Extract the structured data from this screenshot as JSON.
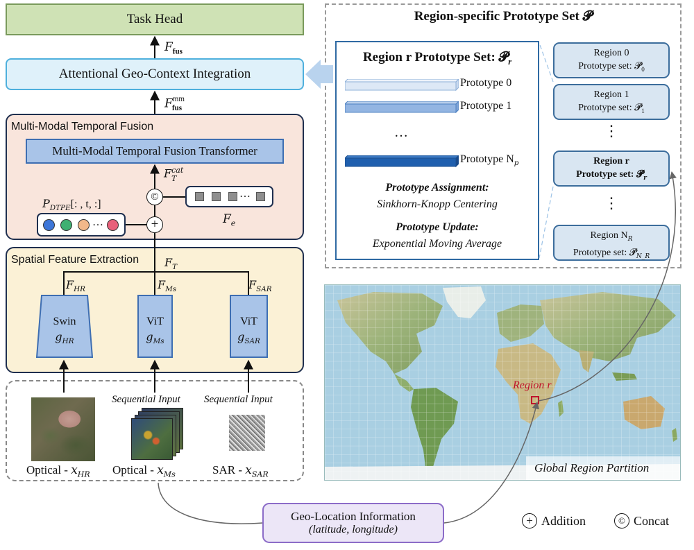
{
  "left": {
    "task_head": "Task Head",
    "f_fus_label": "fus",
    "geo_context": "Attentional Geo-Context Integration",
    "f_fus_mm_sub": "fus",
    "f_fus_mm_sup": "mm",
    "mmtf_title": "Multi-Modal Temporal Fusion",
    "mmtf_transformer": "Multi-Modal Temporal Fusion Transformer",
    "ft_cat_sup": "cat",
    "ft_sub": "T",
    "concat_symbol": "©",
    "add_symbol": "+",
    "p_dtpe": "[: , t, :]",
    "p_dtpe_sub": "DTPE",
    "fe_sub": "e",
    "sfe_title": "Spatial Feature Extraction",
    "f_hr_sub": "HR",
    "f_ms_sub": "Ms",
    "f_sar_sub": "SAR",
    "encoders": [
      {
        "name": "Swin",
        "g_sub": "HR"
      },
      {
        "name": "ViT",
        "g_sub": "Ms"
      },
      {
        "name": "ViT",
        "g_sub": "SAR"
      }
    ],
    "seq_input_1": "Sequential Input",
    "seq_input_2": "Sequential Input",
    "optical_hr": "Optical - ",
    "optical_hr_sub": "HR",
    "optical_ms": "Optical - ",
    "optical_ms_sub": "Ms",
    "sar": "SAR - ",
    "sar_sub": "SAR"
  },
  "prototype": {
    "title": "Region-specific Prototype Set 𝓟",
    "region_set_title": "Region r Prototype Set: 𝓟",
    "region_set_title_sub": "r",
    "p0": "Prototype 0",
    "p1": "Prototype 1",
    "pdots": "…",
    "pn": "Prototype N",
    "pn_sub": "p",
    "assign_title": "Prototype Assignment:",
    "assign_method": "Sinkhorn-Knopp Centering",
    "update_title": "Prototype Update:",
    "update_method": "Exponential Moving Average",
    "regions": [
      {
        "line1": "Region 0",
        "line2": "Prototype set: 𝓟",
        "sub": "0"
      },
      {
        "line1": "Region 1",
        "line2": "Prototype set: 𝓟",
        "sub": "1"
      },
      {
        "line1": "Region r",
        "line2": "Prototype set: 𝓟",
        "sub": "r"
      },
      {
        "line1": "Region N",
        "line1_sub": "R",
        "line2": "Prototype set: 𝓟",
        "sub": "N_R"
      }
    ]
  },
  "map": {
    "region_label": "Region r",
    "caption": "Global Region Partition"
  },
  "geo": {
    "title": "Geo-Location Information",
    "subtitle": "(latitude, longitude)"
  },
  "legend": {
    "addition": "Addition",
    "concat": "Concat"
  },
  "colors": {
    "task_head_fill": "#cfe2b5",
    "task_head_border": "#7a9a5c",
    "geo_context_fill": "#dff1fa",
    "geo_context_border": "#4fb0dd",
    "mmtf_fill": "#f9e5dc",
    "sfe_fill": "#fbf1d6",
    "panel_border": "#1f2f4f",
    "block_fill": "#a9c4e8",
    "block_border": "#3e6eb2",
    "geo_info_fill": "#ece6f7",
    "geo_info_border": "#8c6cc8",
    "region_box_fill": "#d9e6f2",
    "region_marker": "#c0162c",
    "dot_colors": [
      "#3d76d8",
      "#3fb072",
      "#f2b88a",
      "#e8607a"
    ]
  }
}
